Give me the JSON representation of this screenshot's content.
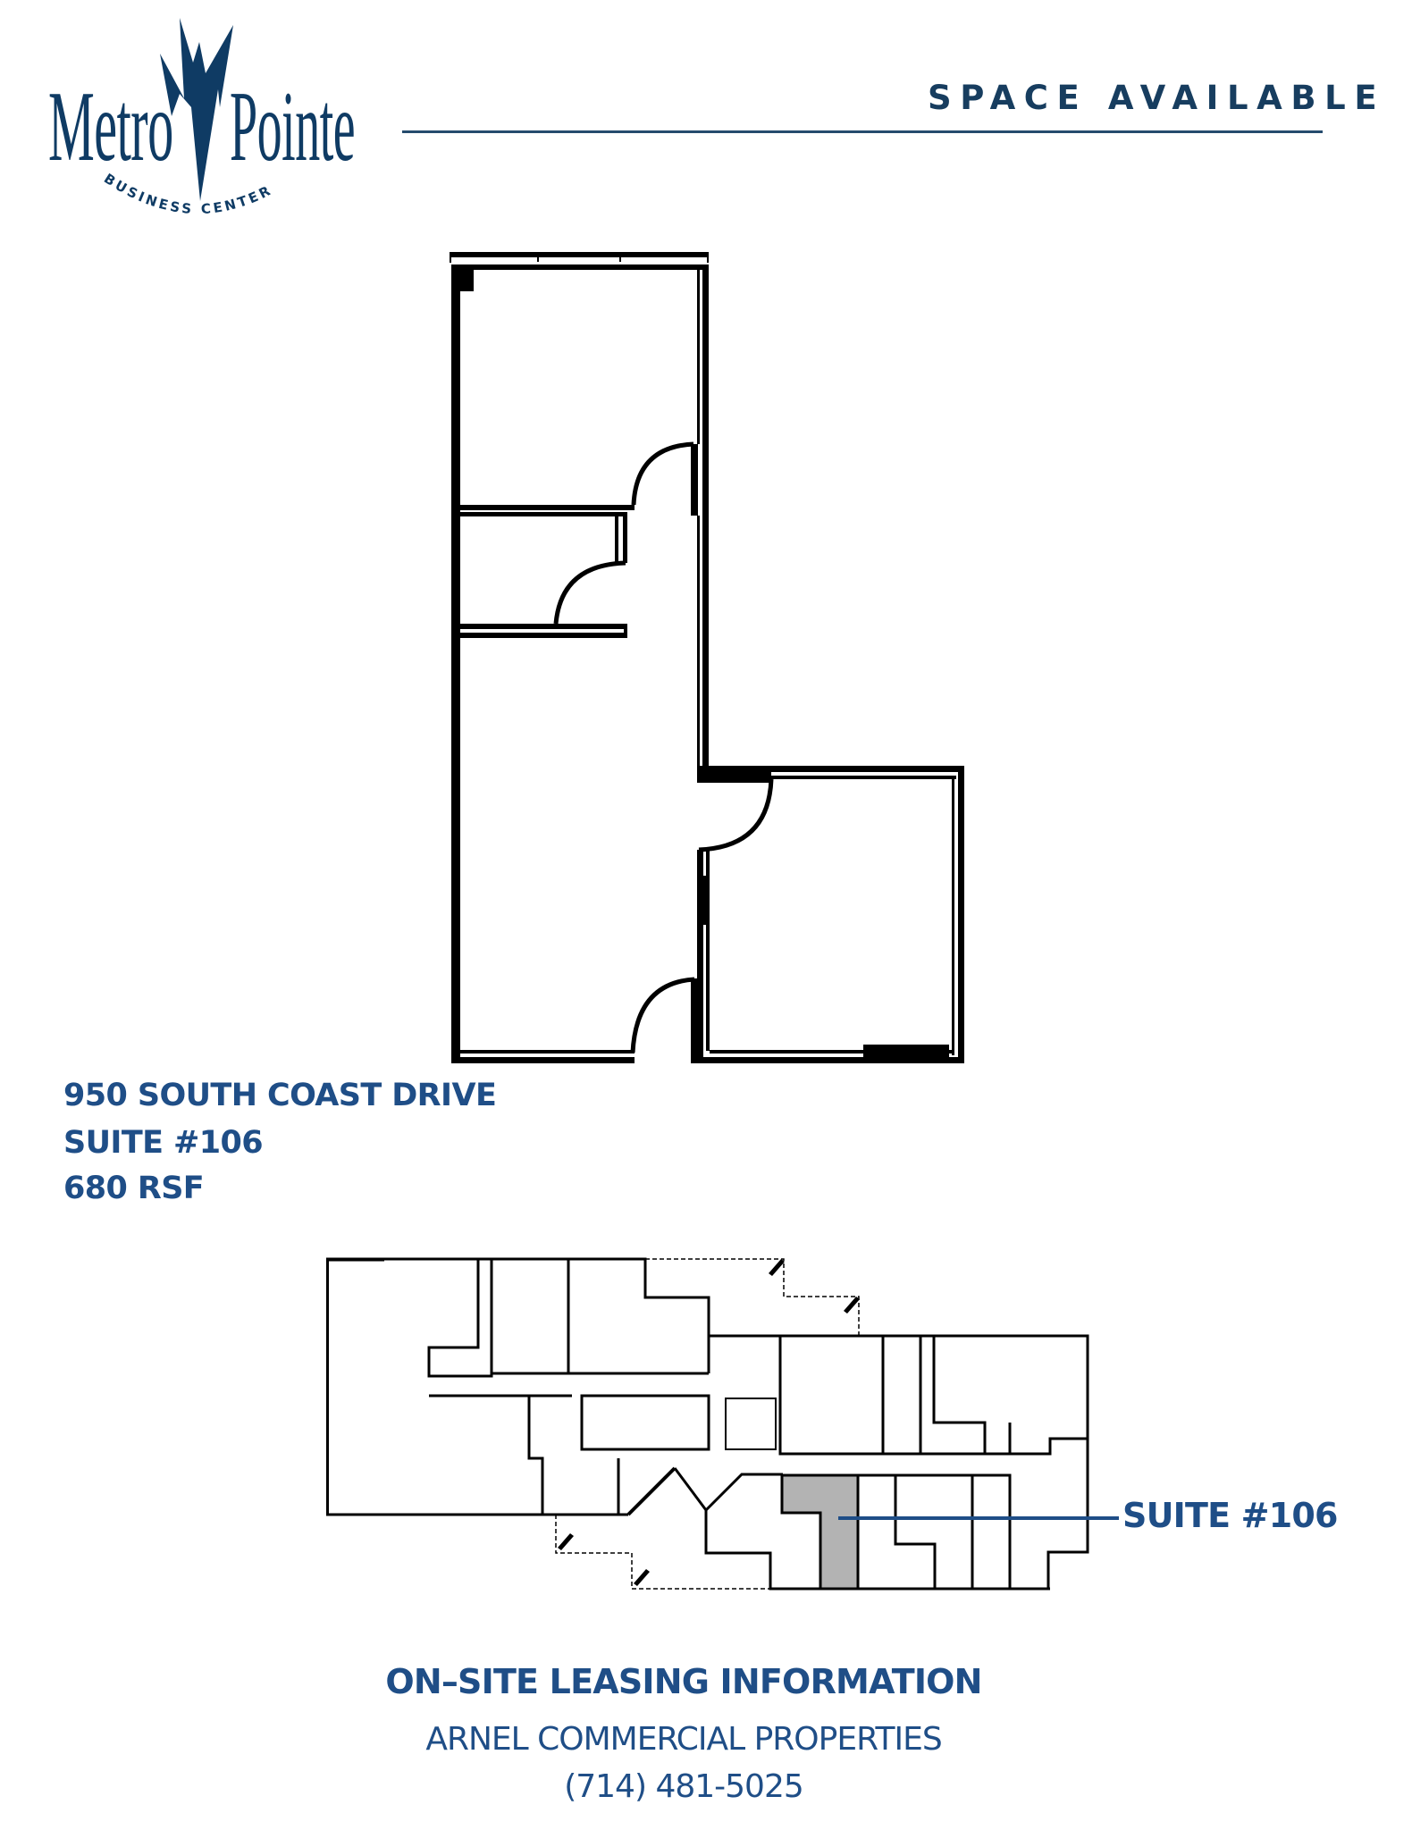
{
  "logo": {
    "word_left": "Metro",
    "word_right": "Pointe",
    "tagline": "BUSINESS CENTER",
    "color": "#0f3b64"
  },
  "header": {
    "title": "SPACE AVAILABLE",
    "color": "#173d5f"
  },
  "property": {
    "address": "950 SOUTH COAST DRIVE",
    "suite": "SUITE #106",
    "area": "680 RSF",
    "text_color": "#1f4e87"
  },
  "site_plan": {
    "highlight_label": "SUITE #106",
    "highlight_fill": "#b3b3b3",
    "leader_color": "#1f4e87"
  },
  "footer": {
    "heading": "ON–SITE LEASING INFORMATION",
    "company": "ARNEL COMMERCIAL PROPERTIES",
    "phone": "(714) 481-5025"
  }
}
